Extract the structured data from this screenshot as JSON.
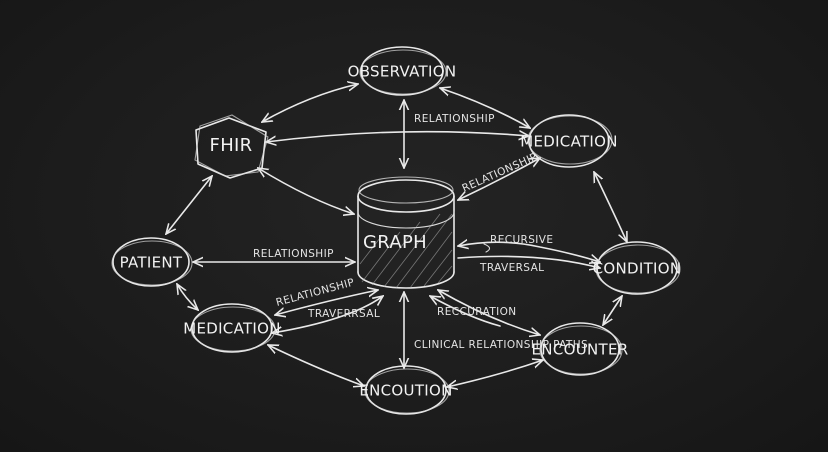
{
  "nodes": {
    "observation": "OBSERVATION",
    "fhir": "FHIR",
    "medication_top": "MEDICATION",
    "patient": "PATIENT",
    "graph": "GRAPH",
    "condition": "CONDITION",
    "medication_bottom": "MEDICATION",
    "encounter": "ENCOUNTER",
    "encoution": "ENCOUTION"
  },
  "edge_labels": {
    "obs_med_relationship": "RELATIONSHIP",
    "graph_med_relationship": "RELATIONSHIP",
    "patient_graph_relationship": "RELATIONSHIP",
    "recursive": "RECURSIVE",
    "traversal_right": "TRAVERSAL",
    "med_graph_relationship": "RELATIONSHIP",
    "traversal_left": "TRAVERRSAL",
    "reccuration": "RECCURATION",
    "clinical_paths": "CLINICAL RELATIONSHIP PATHS"
  },
  "colors": {
    "background": "#1b1b1b",
    "chalk": "#e9e9e9"
  }
}
